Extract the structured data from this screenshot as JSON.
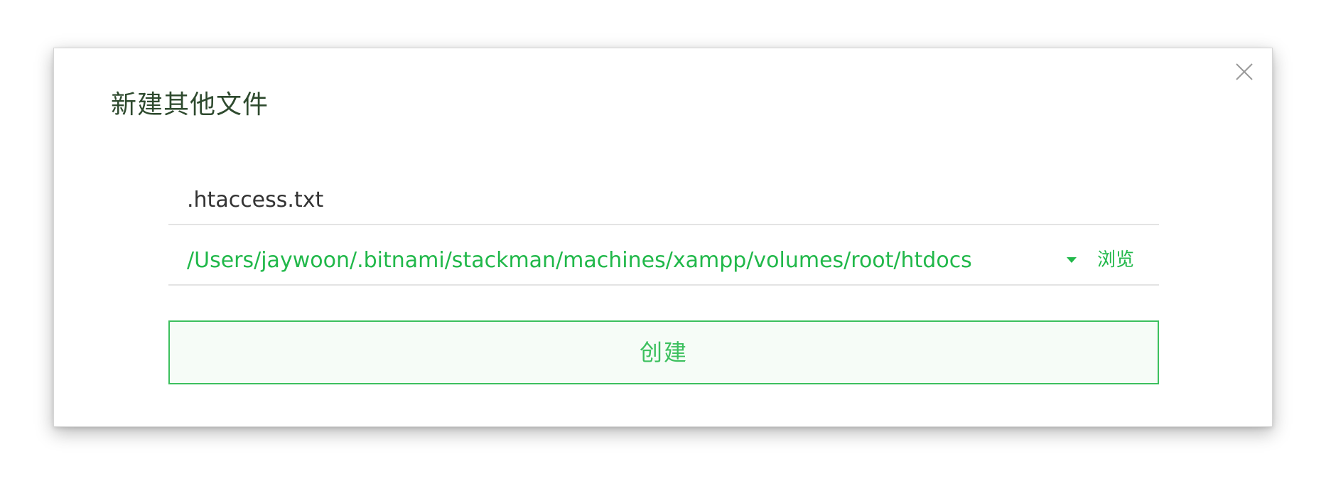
{
  "dialog": {
    "title": "新建其他文件",
    "close_icon": "close-icon"
  },
  "filename": {
    "value": ".htaccess.txt"
  },
  "location": {
    "path": "/Users/jaywoon/.bitnami/stackman/machines/xampp/volumes/root/htdocs",
    "dropdown_icon": "caret-down-icon",
    "browse_label": "浏览"
  },
  "actions": {
    "create_label": "创建"
  },
  "colors": {
    "accent": "#21b84a",
    "button_border": "#3cc05e",
    "button_bg": "#f6fcf7",
    "title": "#2e4a2e",
    "divider": "#e3e3e3"
  }
}
